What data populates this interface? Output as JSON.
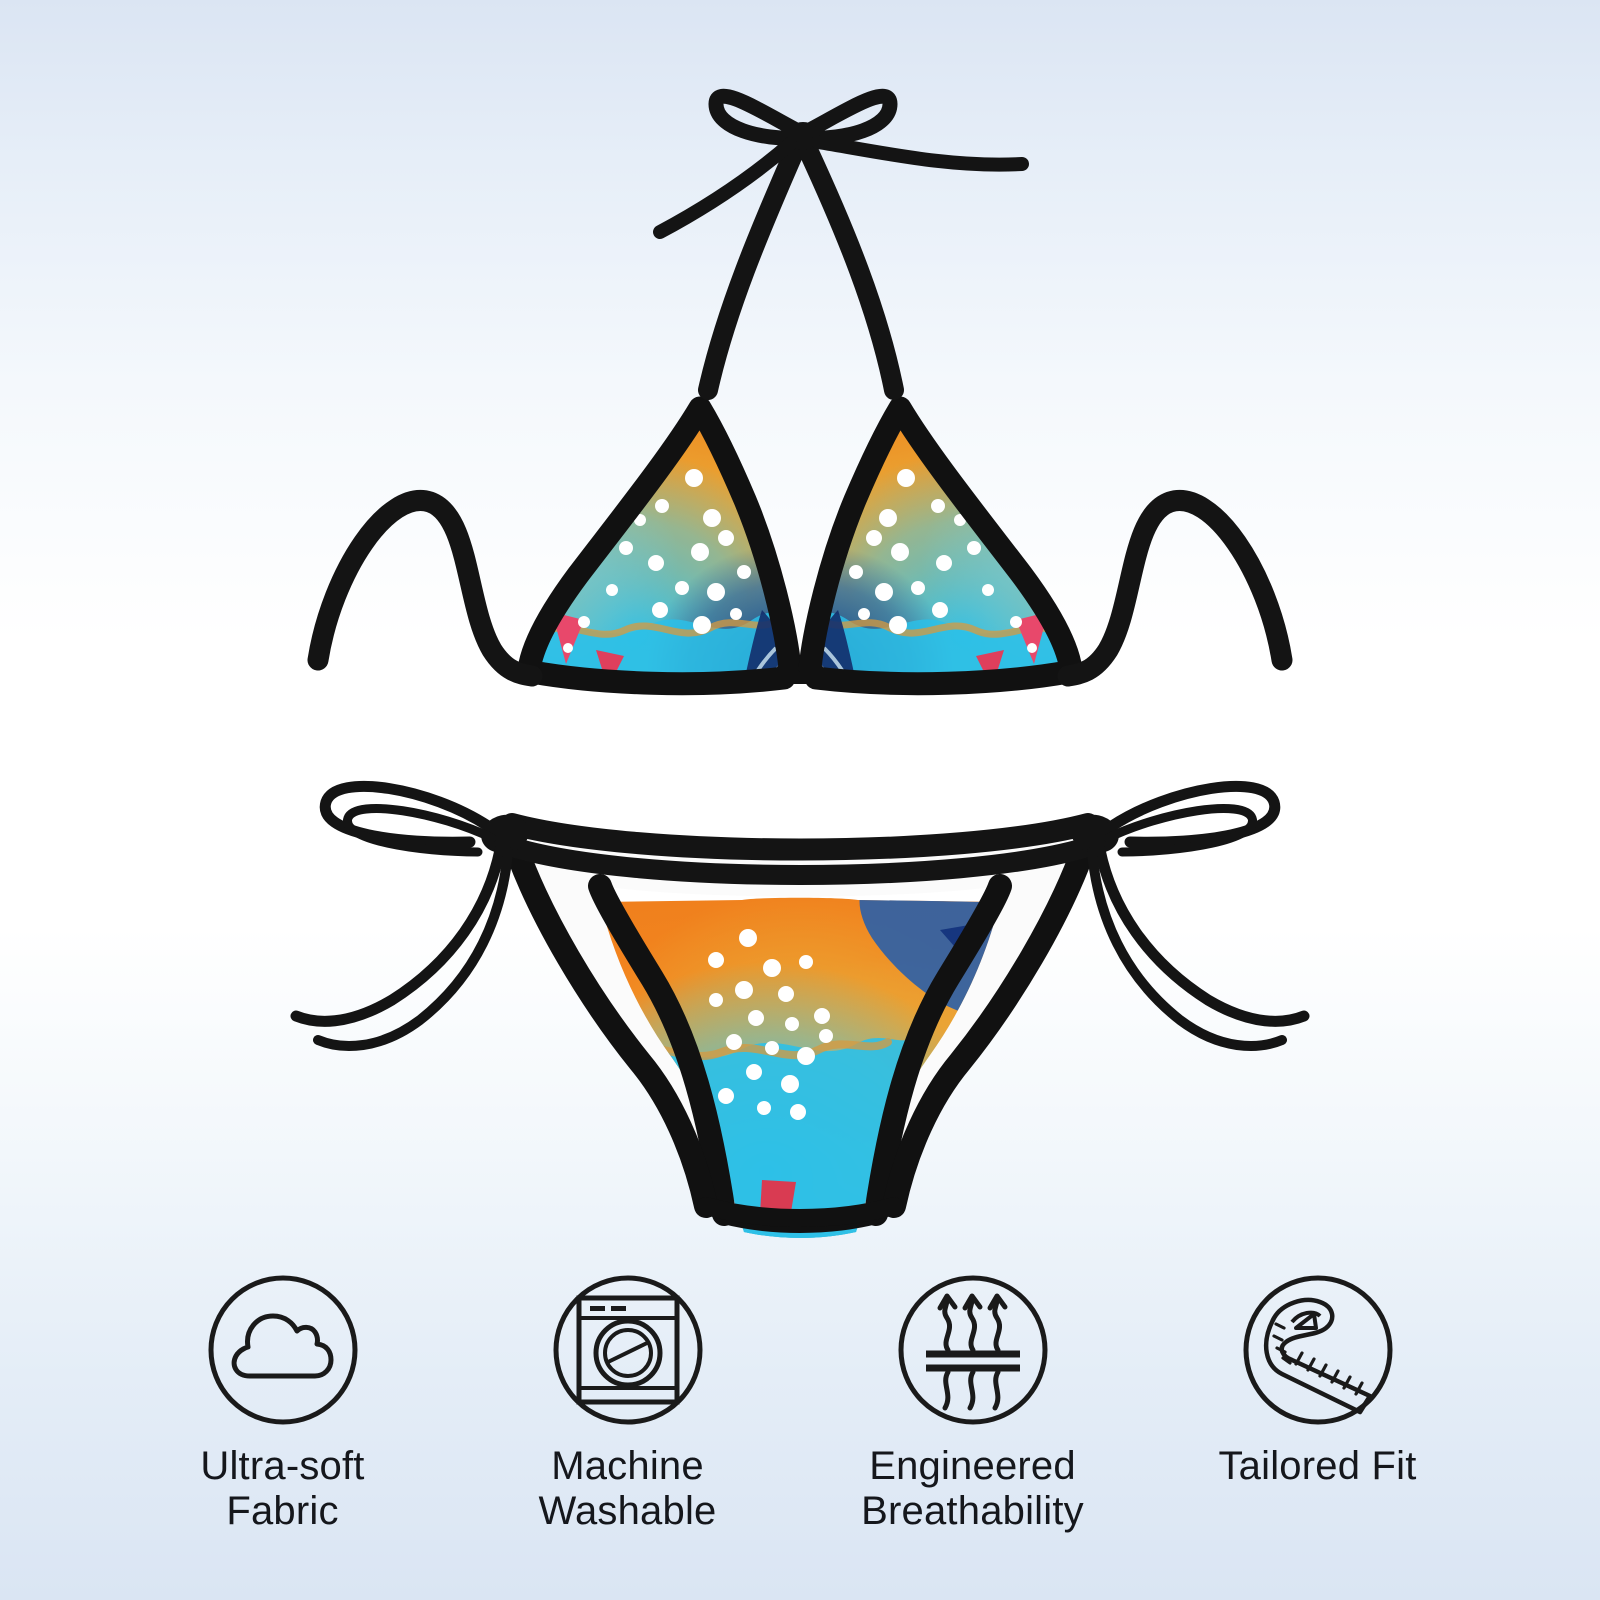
{
  "product": {
    "type": "string-tie triangle bikini set",
    "pieces": [
      "halter triangle bikini top",
      "side-tie bikini bottom"
    ],
    "trim_color": "#111111",
    "side_panel_color": "#fbfbfb",
    "pattern": {
      "name": "abstract watercolor splash with polka dots",
      "colors": {
        "orange": "#f57c1a",
        "amber": "#eaa233",
        "cyan": "#2cc0e8",
        "light_cyan": "#7fd8ef",
        "navy": "#16367f",
        "deep_navy": "#0f2a66",
        "pink": "#e8486b",
        "crimson": "#d93b52",
        "dot": "#ffffff"
      }
    }
  },
  "background": {
    "top_color": "#dbe5f3",
    "mid_color": "#ffffff",
    "bottom_color": "#dae5f3"
  },
  "features": [
    {
      "icon": "cloud-icon",
      "label": "Ultra-soft\nFabric"
    },
    {
      "icon": "washing-machine-icon",
      "label": "Machine\nWashable"
    },
    {
      "icon": "breathability-icon",
      "label": "Engineered\nBreathability"
    },
    {
      "icon": "measuring-tape-icon",
      "label": "Tailored Fit"
    }
  ],
  "style": {
    "icon_stroke": "#1a1a1a",
    "label_color": "#15171c"
  }
}
